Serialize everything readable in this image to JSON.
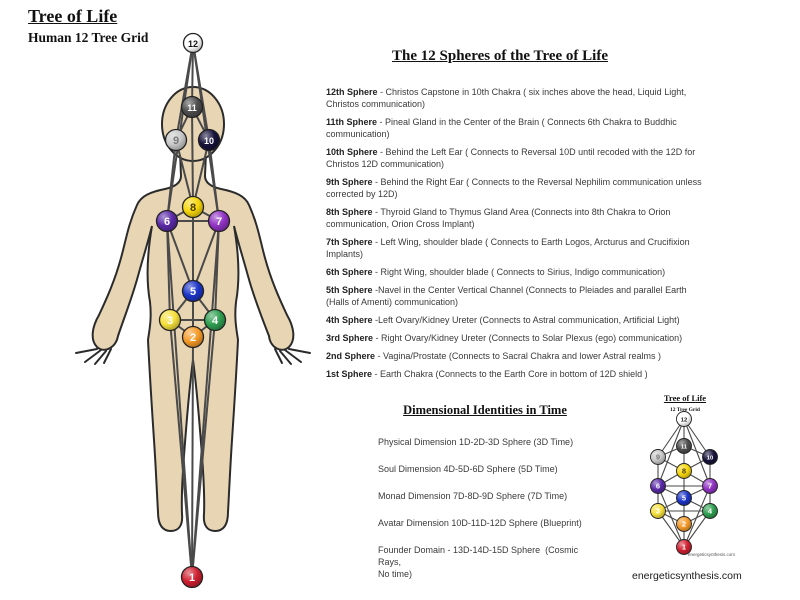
{
  "header": {
    "title": "Tree of Life",
    "subtitle": "Human 12 Tree Grid"
  },
  "spheres_section": {
    "heading": "The 12 Spheres of the Tree of Life",
    "items": [
      {
        "label": "12th Sphere",
        "desc": "- Christos Capstone in 10th Chakra ( six inches above the head, Liquid Light, Christos communication)"
      },
      {
        "label": "11th Sphere",
        "desc": "- Pineal Gland in the Center of the Brain ( Connects 6th Chakra to Buddhic communication)"
      },
      {
        "label": "10th Sphere",
        "desc": "- Behind the Left Ear ( Connects to Reversal 10D until recoded with the 12D for Christos 12D communication)"
      },
      {
        "label": "9th Sphere",
        "desc": "- Behind the Right Ear ( Connects to the Reversal Nephilim communication unless corrected by 12D)"
      },
      {
        "label": "8th Sphere",
        "desc": "- Thyroid Gland to Thymus Gland Area  (Connects into 8th Chakra to Orion communication, Orion Cross Implant)"
      },
      {
        "label": "7th Sphere",
        "desc": "- Left Wing, shoulder blade ( Connects to Earth Logos, Arcturus and Crucifixion Implants)"
      },
      {
        "label": "6th Sphere",
        "desc": "- Right Wing, shoulder blade ( Connects to Sirius, Indigo communication)"
      },
      {
        "label": "5th Sphere",
        "desc": "-Navel in the Center Vertical Channel (Connects to Pleiades and parallel Earth (Halls of Amenti) communication)"
      },
      {
        "label": "4th Sphere",
        "desc": "-Left Ovary/Kidney Ureter (Connects to Astral communication, Artificial Light)"
      },
      {
        "label": "3rd Sphere",
        "desc": "- Right Ovary/Kidney Ureter (Connects to Solar Plexus (ego) communication)"
      },
      {
        "label": "2nd Sphere",
        "desc": "- Vagina/Prostate (Connects to Sacral Chakra and lower Astral realms )"
      },
      {
        "label": "1st Sphere",
        "desc": "- Earth Chakra  (Connects to the Earth Core in bottom of 12D shield )"
      }
    ]
  },
  "dimensional_section": {
    "heading": "Dimensional Identities in Time",
    "items": [
      "Physical Dimension 1D-2D-3D Sphere (3D Time)",
      "Soul Dimension 4D-5D-6D Sphere (5D Time)",
      "Monad Dimension 7D-8D-9D Sphere (7D Time)",
      "Avatar Dimension 10D-11D-12D Sphere (Blueprint)",
      "Founder Domain - 13D-14D-15D Sphere  (Cosmic Rays,\nNo time)"
    ]
  },
  "mini_tree": {
    "title": "Tree of Life",
    "subtitle": "12 Tree Grid",
    "caption": "energeticsynthesis.com"
  },
  "footer": {
    "site": "energeticsynthesis.com"
  },
  "tree": {
    "line_color": "#4a4a4a",
    "skin_color": "#e8d5b4",
    "outline_color": "#2b2b2b",
    "nodes": [
      {
        "n": "12",
        "fill": "#ffffff",
        "text": "#111111"
      },
      {
        "n": "11",
        "fill": "#4f4f4f",
        "text": "#ffffff"
      },
      {
        "n": "9",
        "fill": "#c9c9c9",
        "text": "#7a7a7a"
      },
      {
        "n": "10",
        "fill": "#16123a",
        "text": "#ffffff"
      },
      {
        "n": "8",
        "fill": "#f6d60a",
        "text": "#4a3b00"
      },
      {
        "n": "6",
        "fill": "#5b2aa8",
        "text": "#ffffff"
      },
      {
        "n": "7",
        "fill": "#9132c4",
        "text": "#ffffff"
      },
      {
        "n": "5",
        "fill": "#1c35c8",
        "text": "#ffffff"
      },
      {
        "n": "3",
        "fill": "#f6e03c",
        "text": "#ffffff"
      },
      {
        "n": "4",
        "fill": "#2e9e50",
        "text": "#ffffff"
      },
      {
        "n": "2",
        "fill": "#f59a28",
        "text": "#ffffff"
      },
      {
        "n": "1",
        "fill": "#cf2030",
        "text": "#ffffff"
      }
    ]
  }
}
